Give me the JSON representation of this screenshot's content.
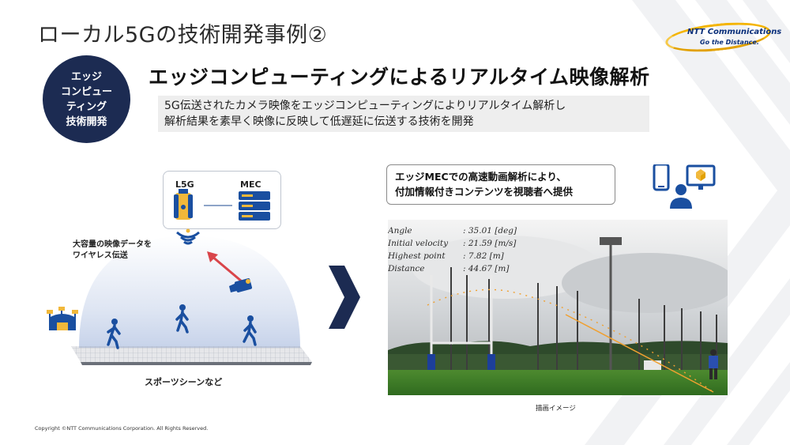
{
  "slide": {
    "title": "ローカル5Gの技術開発事例②",
    "copyright": "Copyright ©NTT Communications Corporation. All Rights Reserved."
  },
  "logo": {
    "brand": "NTT Communications",
    "tagline": "Go the Distance."
  },
  "badge": {
    "lines": [
      "エッジ",
      "コンピュー",
      "ティング",
      "技術開発"
    ]
  },
  "headline": "エッジコンピューティングによるリアルタイム映像解析",
  "description": {
    "line1": "5G伝送されたカメラ映像をエッジコンピューティングによりリアルタイム解析し",
    "line2": "解析結果を素早く映像に反映して低遅延に伝送する技術を開発"
  },
  "diagram": {
    "l5g_label": "L5G",
    "mec_label": "MEC",
    "note_line1": "大容量の映像データを",
    "note_line2": "ワイヤレス伝送",
    "caption": "スポーツシーンなど"
  },
  "callout": {
    "line1": "エッジMECでの高速動画解析により、",
    "line2": "付加情報付きコンテンツを視聴者へ提供"
  },
  "analysis": {
    "rows": [
      {
        "key": "Angle",
        "value": ": 35.01 [deg]"
      },
      {
        "key": "Initial velocity",
        "value": ": 21.59 [m/s]"
      },
      {
        "key": "Highest point",
        "value": ": 7.82 [m]"
      },
      {
        "key": "Distance",
        "value": ": 44.67 [m]"
      }
    ],
    "caption": "描画イメージ"
  },
  "colors": {
    "navy": "#1c2b52",
    "accent_blue": "#1a4fa0",
    "trajectory": "#f0a030",
    "logo_yellow": "#f4b400",
    "arrow_red": "#d9454a"
  },
  "icons": {
    "router": "router-icon",
    "server": "server-icon",
    "camera": "video-camera-icon",
    "stadium": "stadium-icon",
    "person": "person-walking-icon",
    "devices": "smartphone-monitor-user-icon",
    "arrow": "right-arrow-icon"
  }
}
